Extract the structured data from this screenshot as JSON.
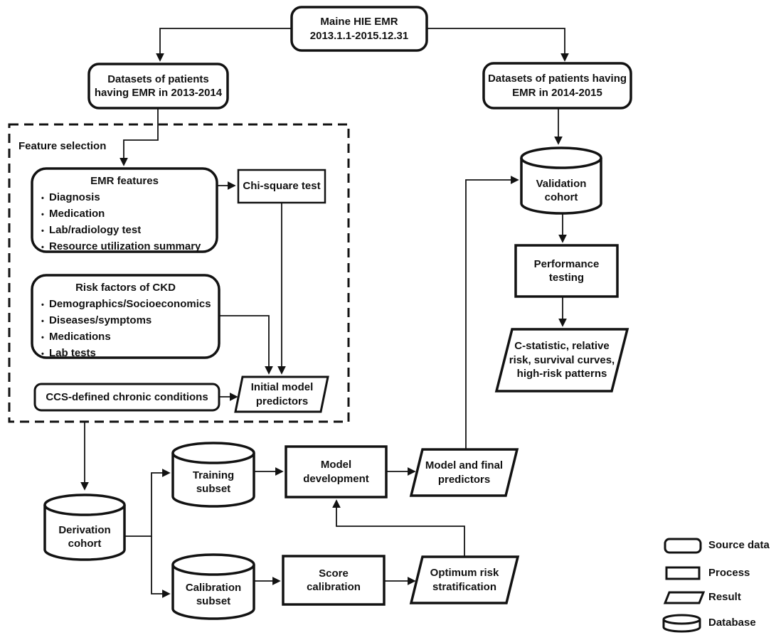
{
  "figure": {
    "nodes": {
      "maine_hie": "Maine HIE EMR\n2013.1.1-2015.12.31",
      "dataset_2013_2014": "Datasets of patients\nhaving EMR in 2013-2014",
      "dataset_2014_2015": "Datasets of patients having\nEMR in 2014-2015",
      "feature_selection_label": "Feature selection",
      "emr_features": {
        "title": "EMR features",
        "items": [
          "Diagnosis",
          "Medication",
          "Lab/radiology test",
          "Resource utilization summary"
        ]
      },
      "chi_square": "Chi-square test",
      "risk_factors": {
        "title": "Risk factors of CKD",
        "items": [
          "Demographics/Socioeconomics",
          "Diseases/symptoms",
          "Medications",
          "Lab tests"
        ]
      },
      "ccs": "CCS-defined chronic conditions",
      "initial_predictors": "Initial model\npredictors",
      "validation_cohort": "Validation\ncohort",
      "performance_testing": "Performance\ntesting",
      "c_statistic": "C-statistic, relative\nrisk, survival curves,\nhigh-risk patterns",
      "derivation_cohort": "Derivation\ncohort",
      "training_subset": "Training\nsubset",
      "calibration_subset": "Calibration\nsubset",
      "model_development": "Model\ndevelopment",
      "model_final_predictors": "Model and final\npredictors",
      "score_calibration": "Score\ncalibration",
      "optimum_risk": "Optimum risk\nstratification"
    },
    "legend": {
      "items": [
        {
          "shape": "source-data",
          "label": "Source data"
        },
        {
          "shape": "process",
          "label": "Process"
        },
        {
          "shape": "result",
          "label": "Result"
        },
        {
          "shape": "database",
          "label": "Database"
        }
      ]
    },
    "colors": {
      "ink": "#121212",
      "background": "#ffffff"
    }
  }
}
